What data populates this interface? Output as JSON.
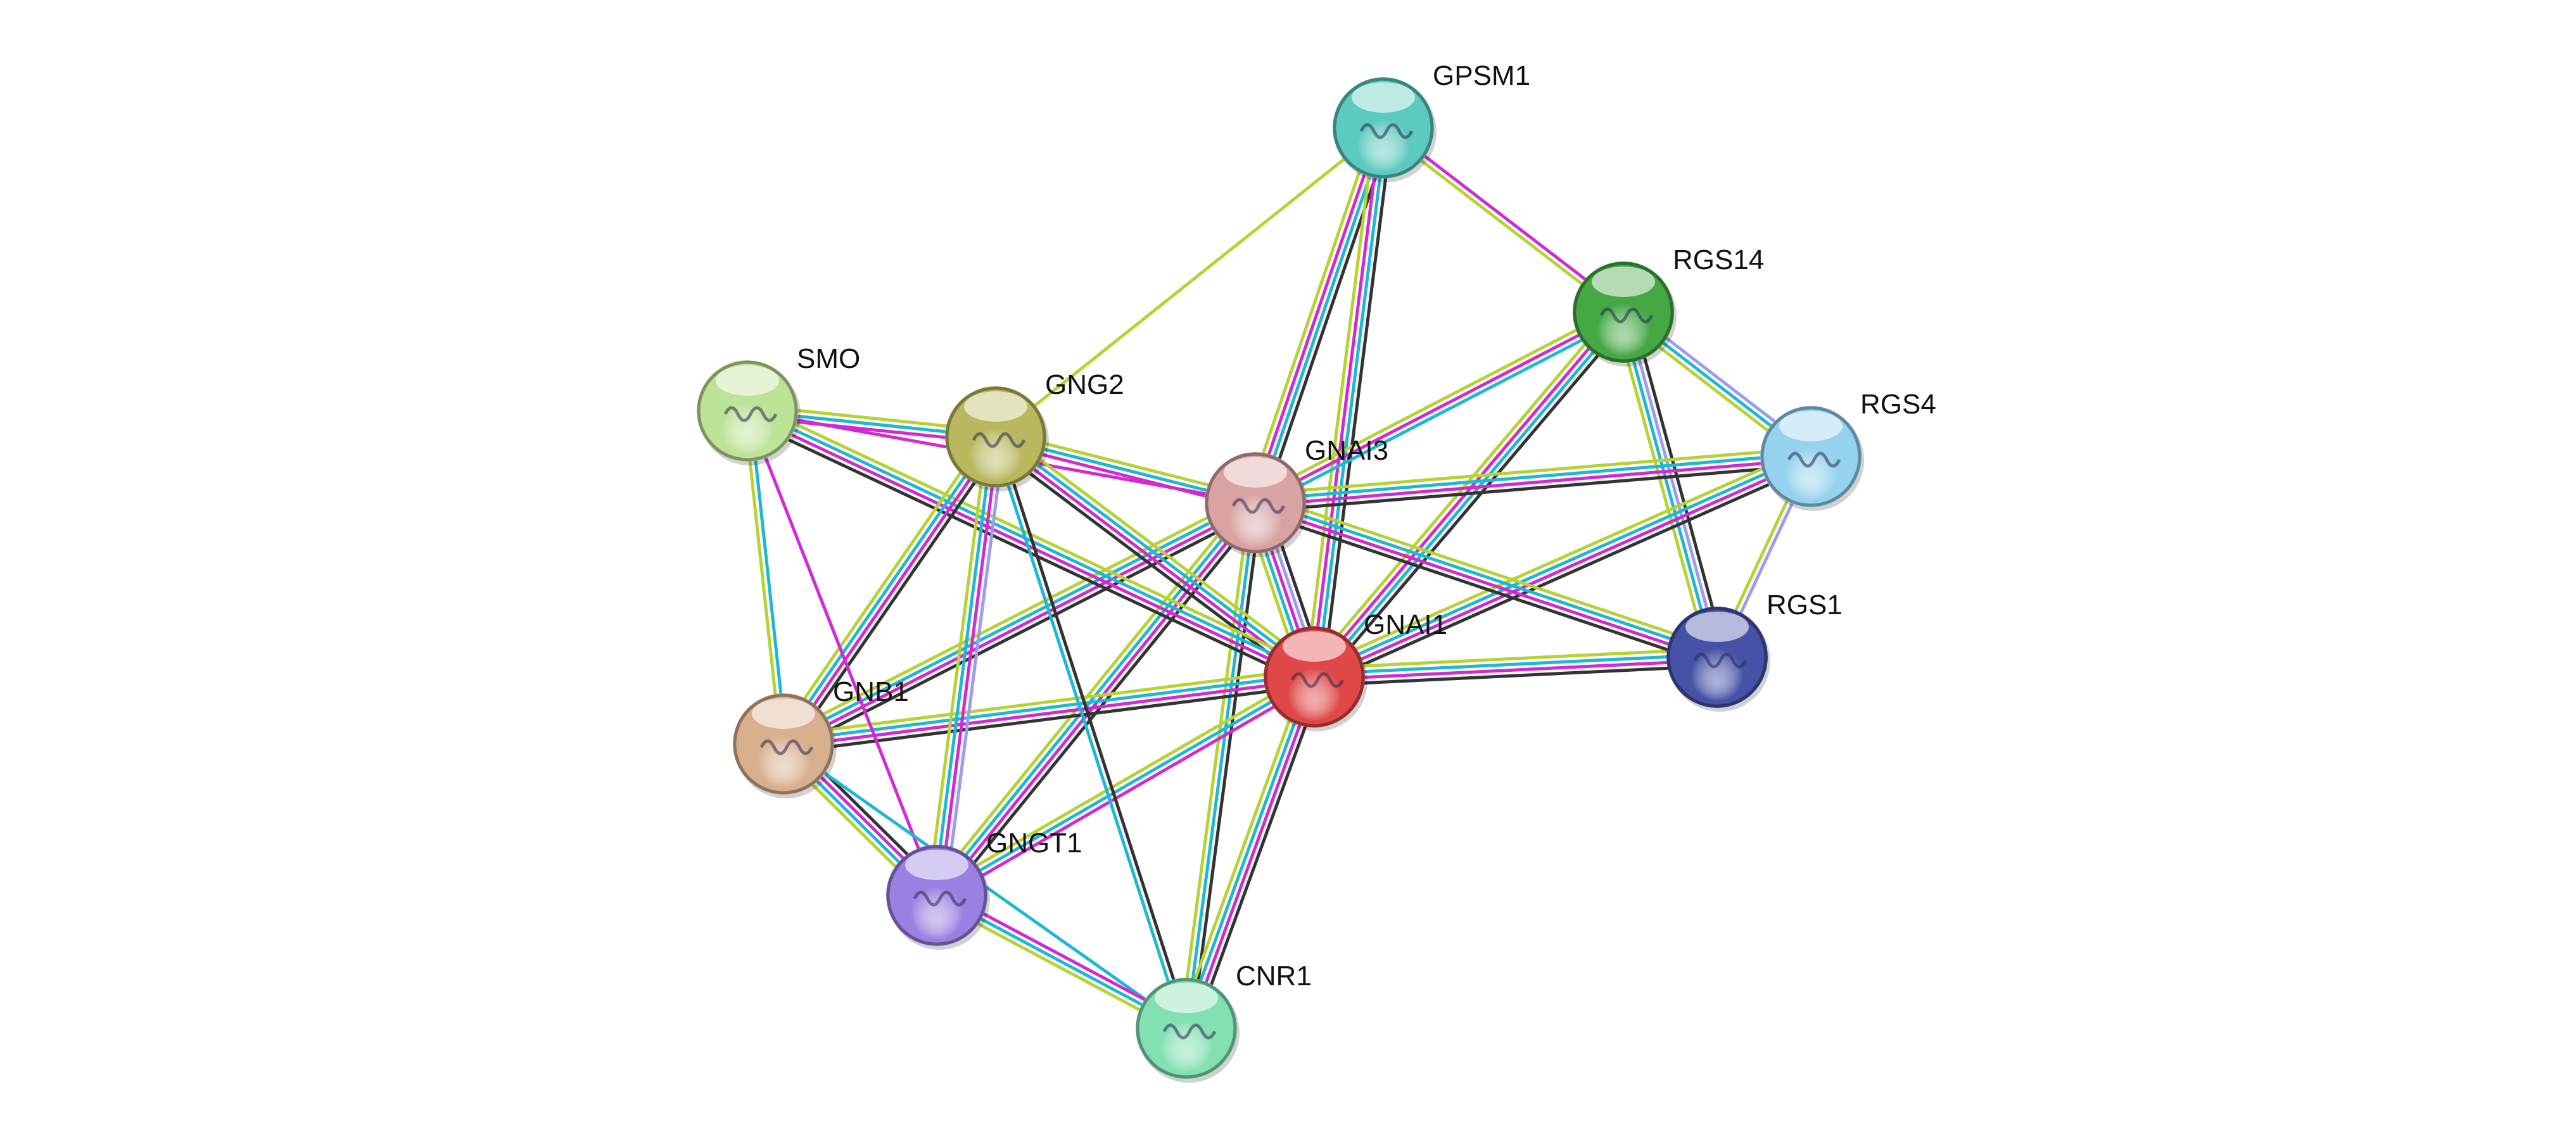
{
  "evidence_colors": {
    "database": "#1fb7d4",
    "experiment": "#d22ad2",
    "textmining": "#b5d334",
    "coexpression": "#333333",
    "homology": "#9c9cf0"
  },
  "nodes": [
    {
      "id": "GPSM1",
      "label": "GPSM1",
      "color": "#5ccabf"
    },
    {
      "id": "RGS14",
      "label": "RGS14",
      "color": "#45a845"
    },
    {
      "id": "RGS4",
      "label": "RGS4",
      "color": "#95d2ee"
    },
    {
      "id": "RGS1",
      "label": "RGS1",
      "color": "#4652a6"
    },
    {
      "id": "GNAI1",
      "label": "GNAI1",
      "color": "#e04848"
    },
    {
      "id": "GNAI3",
      "label": "GNAI3",
      "color": "#d9a3a3"
    },
    {
      "id": "GNG2",
      "label": "GNG2",
      "color": "#b9b85e"
    },
    {
      "id": "SMO",
      "label": "SMO",
      "color": "#bde396"
    },
    {
      "id": "GNB1",
      "label": "GNB1",
      "color": "#d9b08e"
    },
    {
      "id": "GNGT1",
      "label": "GNGT1",
      "color": "#9a80e2"
    },
    {
      "id": "CNR1",
      "label": "CNR1",
      "color": "#82e0b2"
    }
  ],
  "edges": [
    {
      "a": "GPSM1",
      "b": "RGS14",
      "evidence": [
        "experiment",
        "textmining"
      ]
    },
    {
      "a": "GPSM1",
      "b": "GNG2",
      "evidence": [
        "textmining"
      ]
    },
    {
      "a": "GPSM1",
      "b": "GNAI3",
      "evidence": [
        "coexpression",
        "database",
        "experiment",
        "textmining"
      ]
    },
    {
      "a": "GPSM1",
      "b": "GNAI1",
      "evidence": [
        "coexpression",
        "database",
        "experiment",
        "textmining"
      ]
    },
    {
      "a": "RGS14",
      "b": "GNAI3",
      "evidence": [
        "database",
        "experiment",
        "textmining"
      ]
    },
    {
      "a": "RGS14",
      "b": "GNAI1",
      "evidence": [
        "coexpression",
        "database",
        "experiment",
        "textmining"
      ]
    },
    {
      "a": "RGS14",
      "b": "RGS4",
      "evidence": [
        "homology",
        "database",
        "textmining"
      ]
    },
    {
      "a": "RGS14",
      "b": "RGS1",
      "evidence": [
        "coexpression",
        "homology",
        "database",
        "textmining"
      ]
    },
    {
      "a": "RGS4",
      "b": "GNAI3",
      "evidence": [
        "coexpression",
        "experiment",
        "database",
        "textmining"
      ]
    },
    {
      "a": "RGS4",
      "b": "GNAI1",
      "evidence": [
        "coexpression",
        "experiment",
        "database",
        "textmining"
      ]
    },
    {
      "a": "RGS4",
      "b": "RGS1",
      "evidence": [
        "homology",
        "textmining"
      ]
    },
    {
      "a": "RGS1",
      "b": "GNAI1",
      "evidence": [
        "coexpression",
        "experiment",
        "database",
        "textmining"
      ]
    },
    {
      "a": "RGS1",
      "b": "GNAI3",
      "evidence": [
        "coexpression",
        "experiment",
        "database",
        "textmining"
      ]
    },
    {
      "a": "GNAI3",
      "b": "GNAI1",
      "evidence": [
        "coexpression",
        "homology",
        "experiment",
        "database",
        "textmining"
      ]
    },
    {
      "a": "GNAI3",
      "b": "GNG2",
      "evidence": [
        "experiment",
        "database",
        "textmining"
      ]
    },
    {
      "a": "GNAI3",
      "b": "SMO",
      "evidence": [
        "experiment"
      ]
    },
    {
      "a": "GNAI3",
      "b": "GNB1",
      "evidence": [
        "coexpression",
        "experiment",
        "database",
        "textmining"
      ]
    },
    {
      "a": "GNAI3",
      "b": "GNGT1",
      "evidence": [
        "coexpression",
        "experiment",
        "database",
        "textmining"
      ]
    },
    {
      "a": "GNAI3",
      "b": "CNR1",
      "evidence": [
        "coexpression",
        "database",
        "textmining"
      ]
    },
    {
      "a": "GNAI1",
      "b": "GNG2",
      "evidence": [
        "coexpression",
        "experiment",
        "database",
        "textmining"
      ]
    },
    {
      "a": "GNAI1",
      "b": "SMO",
      "evidence": [
        "coexpression",
        "experiment",
        "database",
        "textmining"
      ]
    },
    {
      "a": "GNAI1",
      "b": "GNB1",
      "evidence": [
        "coexpression",
        "experiment",
        "database",
        "textmining"
      ]
    },
    {
      "a": "GNAI1",
      "b": "GNGT1",
      "evidence": [
        "experiment",
        "database",
        "textmining"
      ]
    },
    {
      "a": "GNAI1",
      "b": "CNR1",
      "evidence": [
        "coexpression",
        "experiment",
        "database",
        "textmining"
      ]
    },
    {
      "a": "GNG2",
      "b": "SMO",
      "evidence": [
        "experiment",
        "database",
        "textmining"
      ]
    },
    {
      "a": "GNG2",
      "b": "GNB1",
      "evidence": [
        "coexpression",
        "experiment",
        "database",
        "textmining"
      ]
    },
    {
      "a": "GNG2",
      "b": "GNGT1",
      "evidence": [
        "homology",
        "experiment",
        "database",
        "textmining"
      ]
    },
    {
      "a": "GNG2",
      "b": "CNR1",
      "evidence": [
        "coexpression",
        "database"
      ]
    },
    {
      "a": "SMO",
      "b": "GNB1",
      "evidence": [
        "database",
        "textmining"
      ]
    },
    {
      "a": "SMO",
      "b": "GNGT1",
      "evidence": [
        "experiment"
      ]
    },
    {
      "a": "GNB1",
      "b": "GNGT1",
      "evidence": [
        "coexpression",
        "experiment",
        "database",
        "textmining"
      ]
    },
    {
      "a": "GNB1",
      "b": "CNR1",
      "evidence": [
        "database"
      ]
    },
    {
      "a": "GNGT1",
      "b": "CNR1",
      "evidence": [
        "experiment",
        "database",
        "textmining"
      ]
    }
  ]
}
